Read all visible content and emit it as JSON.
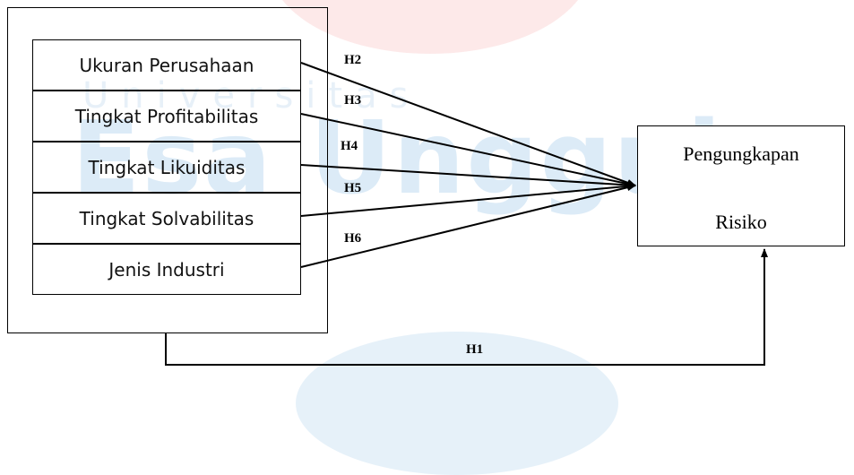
{
  "independent_variables": [
    {
      "label": "Ukuran Perusahaan",
      "hypothesis": "H2"
    },
    {
      "label": "Tingkat Profitabilitas",
      "hypothesis": "H3"
    },
    {
      "label": "Tingkat Likuiditas",
      "hypothesis": "H4"
    },
    {
      "label": "Tingkat Solvabilitas",
      "hypothesis": "H5"
    },
    {
      "label": "Jenis Industri",
      "hypothesis": "H6"
    }
  ],
  "dependent_variable": {
    "line1": "Pengungkapan",
    "line2": "Risiko"
  },
  "group_hypothesis": "H1",
  "watermark": {
    "top_text": "Universitas",
    "main_text": "Esa Unggul"
  },
  "colors": {
    "line": "#000000",
    "watermark_blue": "#dcebf7",
    "watermark_red": "#fde3e3"
  }
}
